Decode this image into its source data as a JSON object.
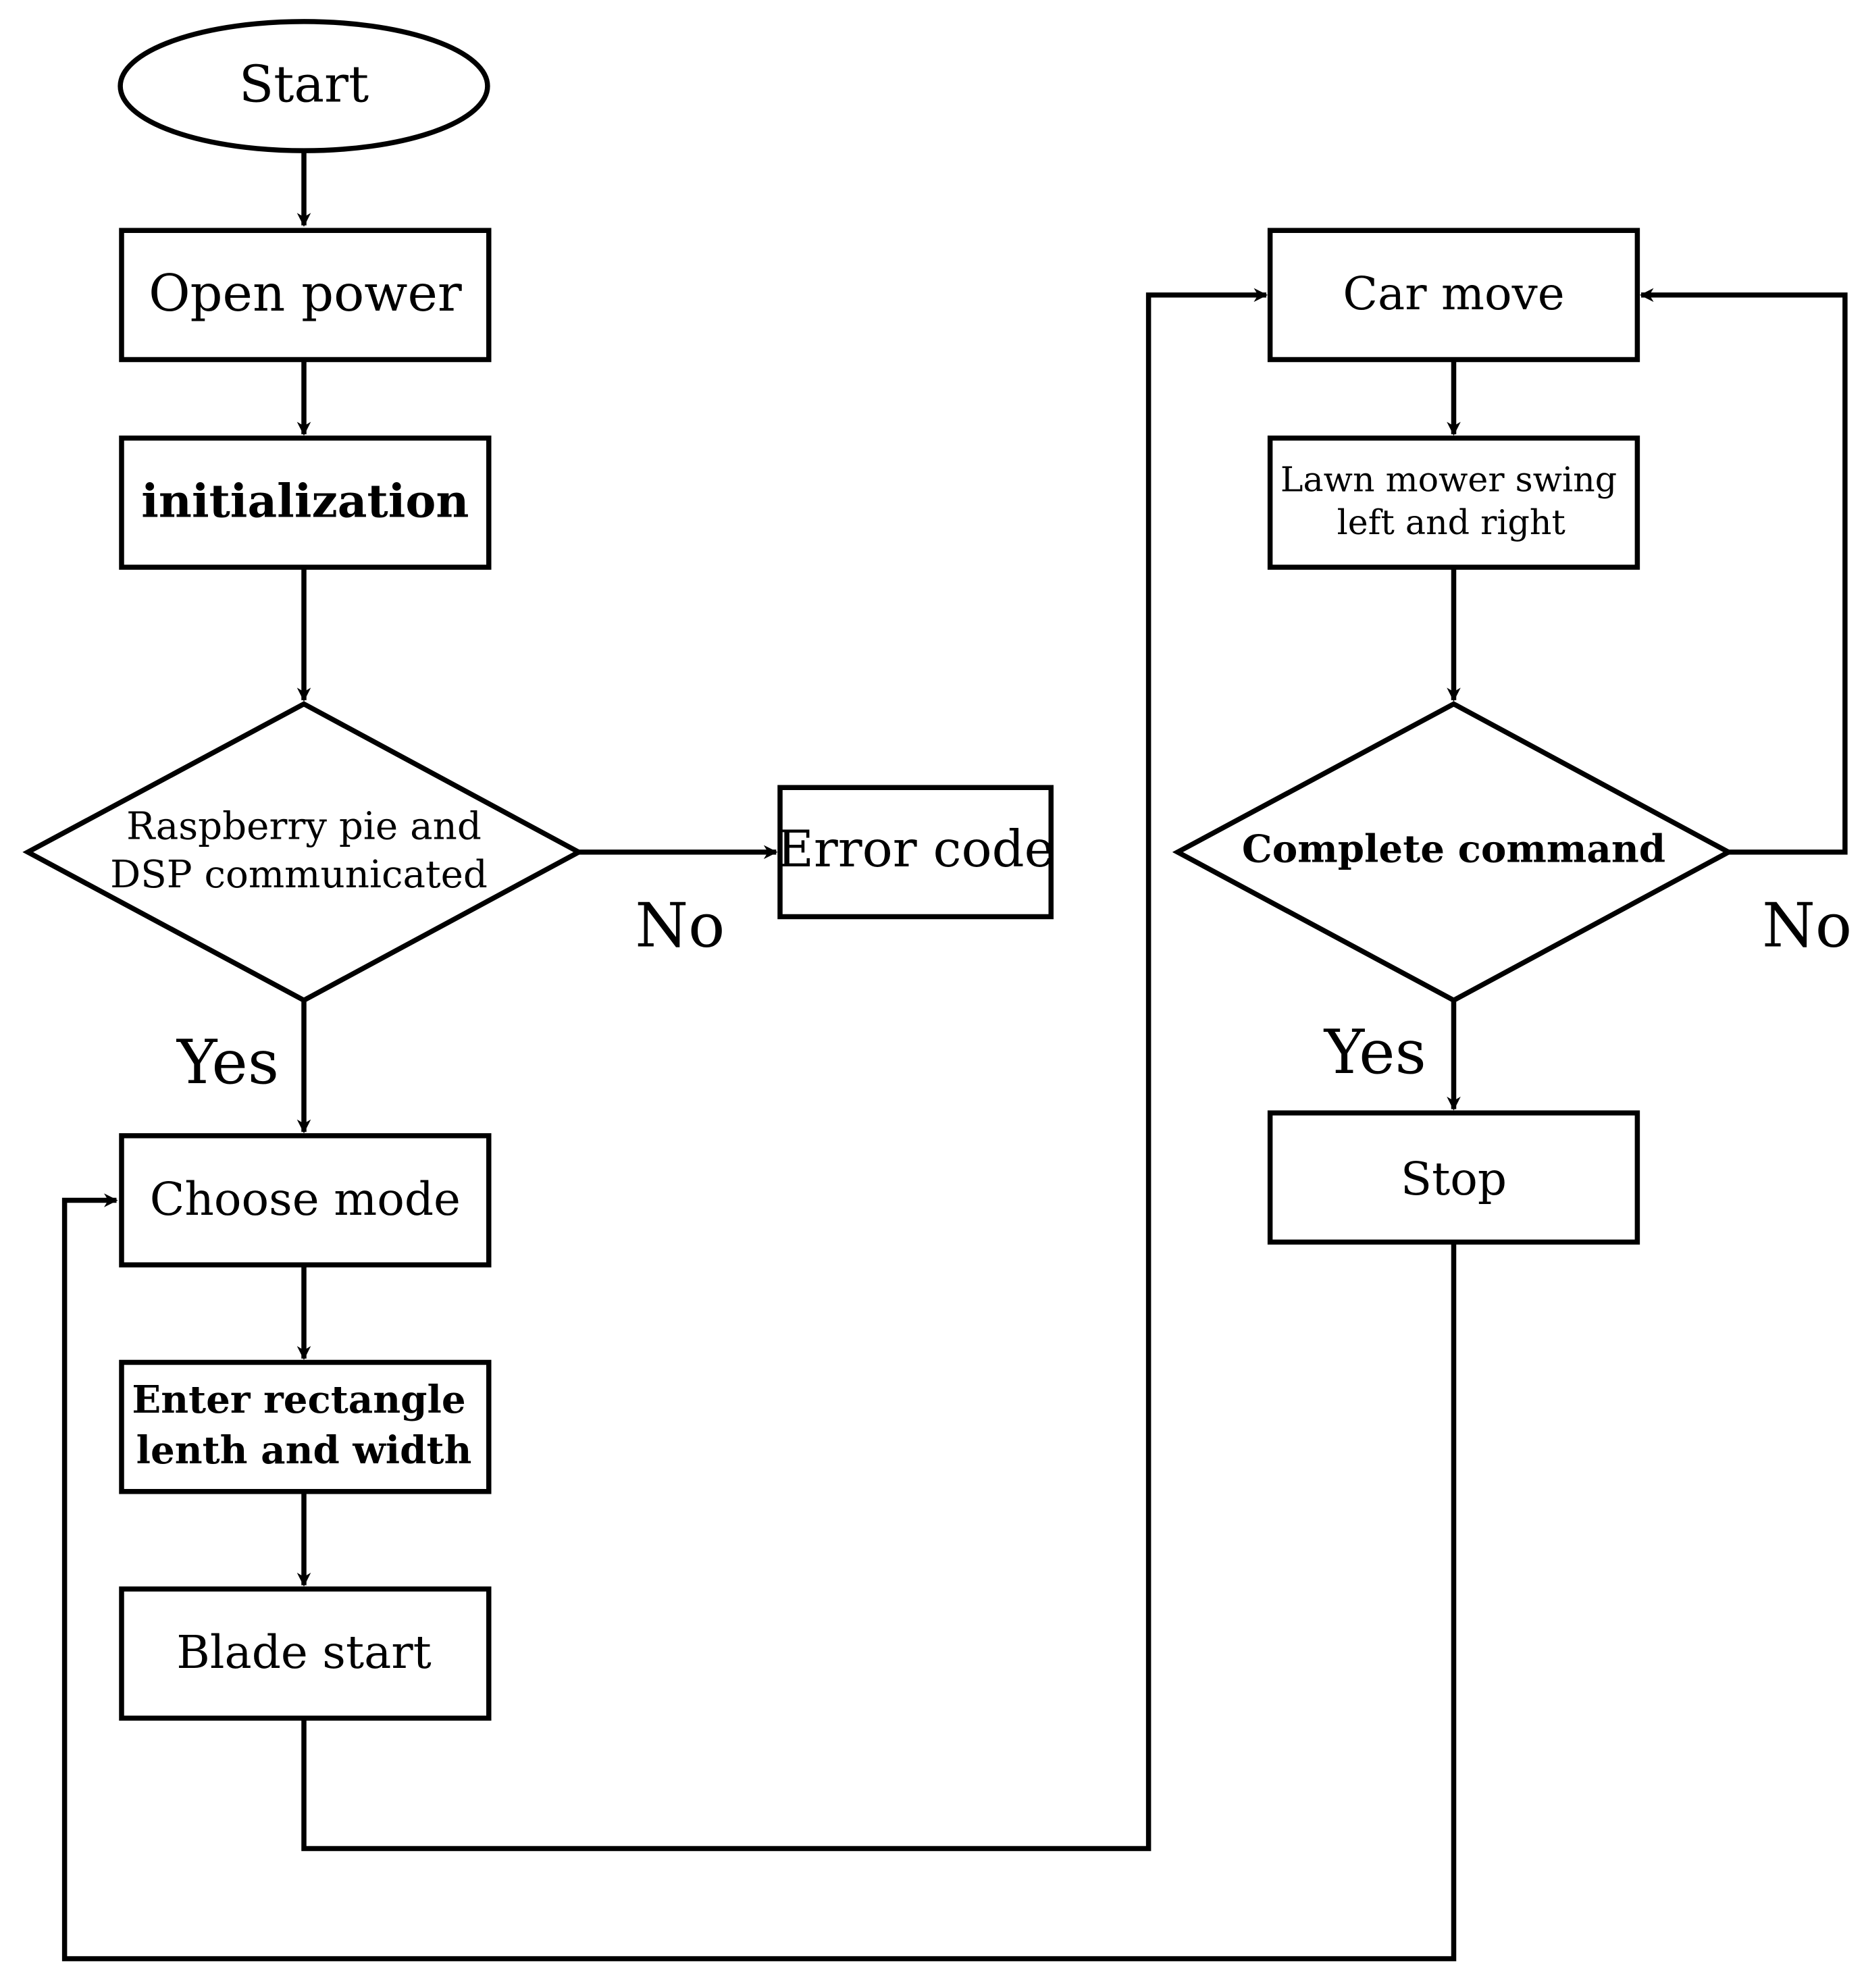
{
  "nodes": {
    "start": "Start",
    "open_power": "Open power",
    "initialization": "initialization",
    "decision_comm": [
      "Raspberry pie and",
      "DSP communicated"
    ],
    "error_code": "Error code",
    "choose_mode": "Choose mode",
    "enter_rect": [
      "Enter rectangle",
      "lenth and width"
    ],
    "blade_start": "Blade start",
    "car_move": "Car move",
    "lawn_mower": [
      "Lawn mower swing",
      "left and right"
    ],
    "complete_command": "Complete command",
    "stop": "Stop"
  },
  "labels": {
    "comm_no": "No",
    "comm_yes": "Yes",
    "complete_no": "No",
    "complete_yes": "Yes"
  },
  "colors": {
    "stroke": "#000000",
    "background": "#ffffff"
  }
}
